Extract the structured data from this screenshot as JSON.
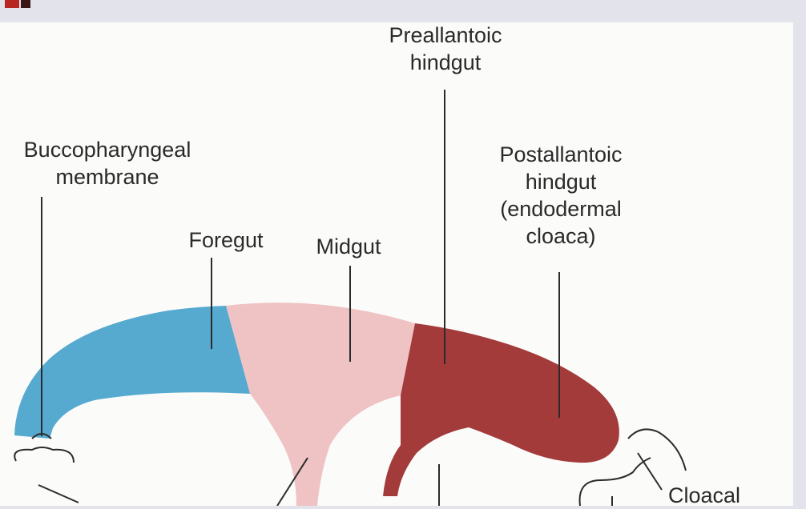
{
  "diagram": {
    "labels": {
      "preallantoic": [
        "Preallantoic",
        "hindgut"
      ],
      "buccopharyngeal": [
        "Buccopharyngeal",
        "membrane"
      ],
      "postallantoic": [
        "Postallantoic",
        "hindgut",
        "(endodermal",
        "cloaca)"
      ],
      "foregut": [
        "Foregut"
      ],
      "midgut": [
        "Midgut"
      ],
      "cloacal": [
        "Cloacal"
      ]
    },
    "colors": {
      "foregut": "#56a9cf",
      "midgut": "#efc3c3",
      "hindgut": "#a23b3a",
      "lines": "#2b2b2b",
      "background": "#e3e3ec",
      "panel": "#fbfbfa"
    }
  }
}
